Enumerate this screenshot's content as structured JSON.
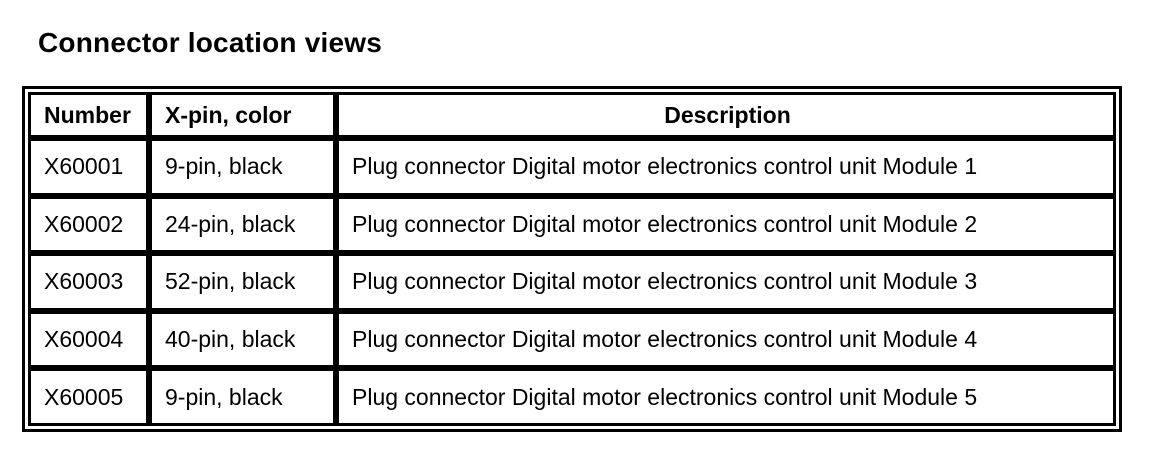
{
  "page": {
    "background_color": "#ffffff",
    "text_color": "#000000",
    "border_color": "#000000"
  },
  "title": "Connector location views",
  "table": {
    "columns": [
      {
        "key": "number",
        "label": "Number"
      },
      {
        "key": "pin_color",
        "label": "X-pin, color"
      },
      {
        "key": "description",
        "label": "Description"
      }
    ],
    "rows": [
      {
        "number": "X60001",
        "pin_color": "9-pin, black",
        "description": "Plug connector Digital motor electronics control unit Module 1"
      },
      {
        "number": "X60002",
        "pin_color": "24-pin, black",
        "description": "Plug connector Digital motor electronics control unit Module 2"
      },
      {
        "number": "X60003",
        "pin_color": "52-pin, black",
        "description": "Plug connector Digital motor electronics control unit Module 3"
      },
      {
        "number": "X60004",
        "pin_color": "40-pin, black",
        "description": "Plug connector Digital motor electronics control unit Module 4"
      },
      {
        "number": "X60005",
        "pin_color": "9-pin, black",
        "description": "Plug connector Digital motor electronics control unit Module 5"
      }
    ]
  }
}
